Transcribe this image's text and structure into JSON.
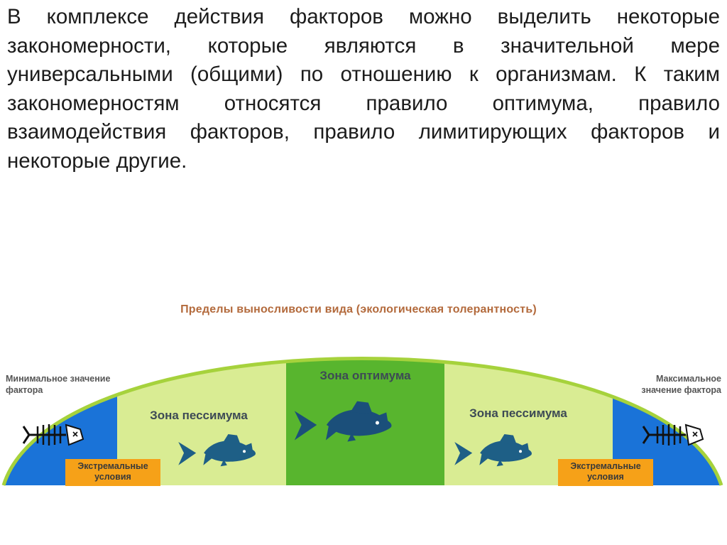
{
  "paragraph": "В комплексе действия факторов можно выделить некоторые закономерности, которые являются в значительной мере универсальными (общими) по отношению к организмам. К таким закономерностям относятся правило оптимума, правило взаимодействия факторов, правило лимитирующих факторов и некоторые другие.",
  "diagram": {
    "title": "Пределы выносливости вида (экологическая толерантность)",
    "min_label": "Минимальное значение фактора",
    "max_label": "Максимальное значение фактора",
    "optimum_label": "Зона оптимума",
    "pessimum_left_label": "Зона пессимума",
    "pessimum_right_label": "Зона пессимума",
    "extreme_left_label": "Экстремальные условия",
    "extreme_right_label": "Экстремальные условия",
    "icons": [
      "dead-fish-icon",
      "fish-icon",
      "fish-icon",
      "fish-icon",
      "dead-fish-icon"
    ],
    "colors": {
      "extreme_zone": "#1a73d8",
      "pessimum_zone": "#d9ec93",
      "optimum_zone": "#58b52e",
      "arc": "#a6d23c",
      "extreme_label_bg": "#f6a118",
      "fish": "#1e5f86",
      "optimum_fish": "#1b4f7a",
      "title_text": "#b36a3c"
    }
  }
}
